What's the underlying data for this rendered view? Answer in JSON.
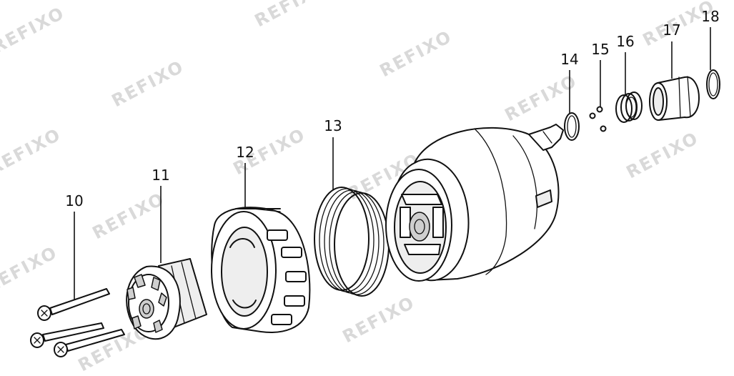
{
  "watermark": "REFIXO",
  "part_labels": [
    "10",
    "11",
    "12",
    "13",
    "14",
    "15",
    "16",
    "17",
    "18"
  ]
}
